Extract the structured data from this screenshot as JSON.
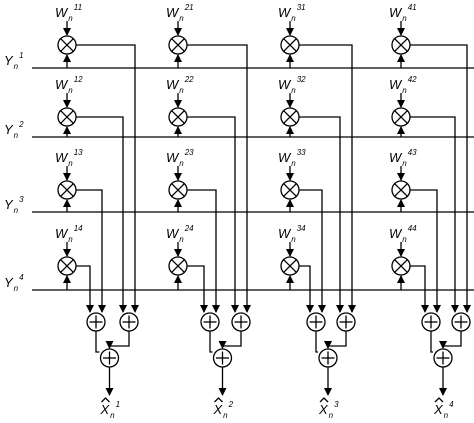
{
  "diagram": {
    "weights": [
      [
        {
          "base": "W",
          "sub": "n",
          "sup": "11"
        },
        {
          "base": "W",
          "sub": "n",
          "sup": "21"
        },
        {
          "base": "W",
          "sub": "n",
          "sup": "31"
        },
        {
          "base": "W",
          "sub": "n",
          "sup": "41"
        }
      ],
      [
        {
          "base": "W",
          "sub": "n",
          "sup": "12"
        },
        {
          "base": "W",
          "sub": "n",
          "sup": "22"
        },
        {
          "base": "W",
          "sub": "n",
          "sup": "32"
        },
        {
          "base": "W",
          "sub": "n",
          "sup": "42"
        }
      ],
      [
        {
          "base": "W",
          "sub": "n",
          "sup": "13"
        },
        {
          "base": "W",
          "sub": "n",
          "sup": "23"
        },
        {
          "base": "W",
          "sub": "n",
          "sup": "33"
        },
        {
          "base": "W",
          "sub": "n",
          "sup": "43"
        }
      ],
      [
        {
          "base": "W",
          "sub": "n",
          "sup": "14"
        },
        {
          "base": "W",
          "sub": "n",
          "sup": "24"
        },
        {
          "base": "W",
          "sub": "n",
          "sup": "34"
        },
        {
          "base": "W",
          "sub": "n",
          "sup": "44"
        }
      ]
    ],
    "inputs": [
      {
        "base": "Y",
        "sub": "n",
        "sup": "1"
      },
      {
        "base": "Y",
        "sub": "n",
        "sup": "2"
      },
      {
        "base": "Y",
        "sub": "n",
        "sup": "3"
      },
      {
        "base": "Y",
        "sub": "n",
        "sup": "4"
      }
    ],
    "outputs": [
      {
        "base": "X",
        "sub": "n",
        "sup": "1"
      },
      {
        "base": "X",
        "sub": "n",
        "sup": "2"
      },
      {
        "base": "X",
        "sub": "n",
        "sup": "3"
      },
      {
        "base": "X",
        "sub": "n",
        "sup": "4"
      }
    ],
    "multiplier_symbol": "multiply-icon",
    "adder_symbol": "plus-icon",
    "line_color": "#000000"
  }
}
